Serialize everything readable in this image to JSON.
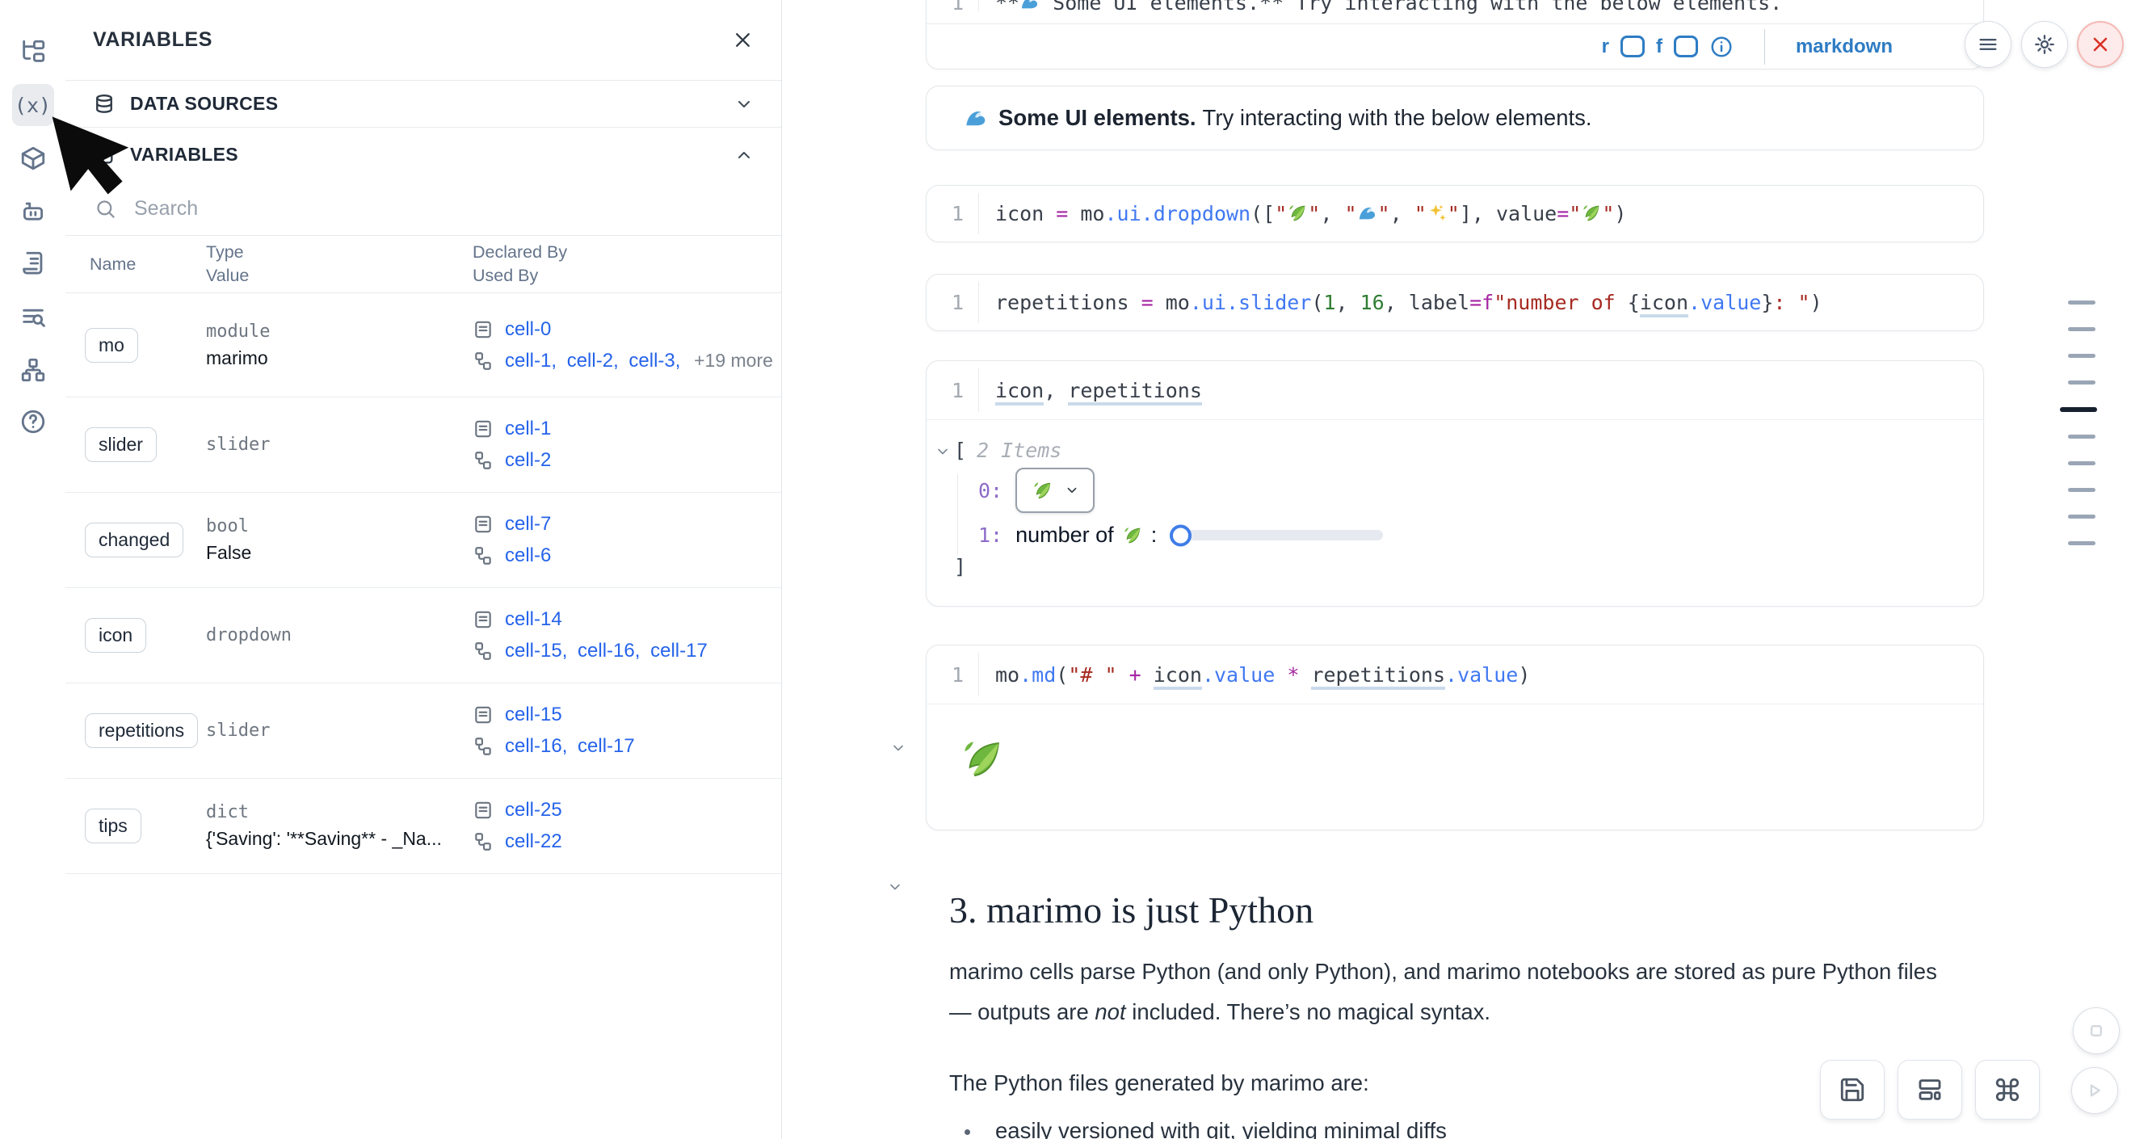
{
  "colors": {
    "link_blue": "#2563eb",
    "toolbar_blue": "#2e7cc4",
    "close_red": "#d93025",
    "close_bg": "#fdeaea",
    "close_border": "#f4b9b5",
    "code_op": "#a626a4",
    "code_fn": "#4078f2",
    "code_str": "#a62a21",
    "code_num": "#2f7d32",
    "leaf_green": "#6aaa3d",
    "wave_blue": "#4a9fd9",
    "sparkle_gold": "#f2c233",
    "minimap_active": "#16202e"
  },
  "sidebar": {
    "icons": [
      "file-explorer",
      "variables",
      "packages",
      "ai-assistant",
      "snippets",
      "logs",
      "dependency-graph",
      "help"
    ]
  },
  "panel": {
    "title": "VARIABLES",
    "sections": [
      {
        "label": "DATA SOURCES",
        "state": "collapsed"
      },
      {
        "label": "VARIABLES",
        "state": "expanded"
      }
    ],
    "search_placeholder": "Search",
    "table": {
      "headers": {
        "name": "Name",
        "type": "Type",
        "value": "Value",
        "declared": "Declared By",
        "used": "Used By"
      },
      "rows": [
        {
          "name": "mo",
          "type": "module",
          "value": "marimo",
          "declared": [
            "cell-0"
          ],
          "used": [
            "cell-1",
            "cell-2",
            "cell-3"
          ],
          "used_more": "+19 more"
        },
        {
          "name": "slider",
          "type": "slider",
          "value": "",
          "declared": [
            "cell-1"
          ],
          "used": [
            "cell-2"
          ]
        },
        {
          "name": "changed",
          "type": "bool",
          "value": "False",
          "declared": [
            "cell-7"
          ],
          "used": [
            "cell-6"
          ]
        },
        {
          "name": "icon",
          "type": "dropdown",
          "value": "",
          "declared": [
            "cell-14"
          ],
          "used": [
            "cell-15",
            "cell-16",
            "cell-17"
          ]
        },
        {
          "name": "repetitions",
          "type": "slider",
          "value": "",
          "declared": [
            "cell-15"
          ],
          "used": [
            "cell-16",
            "cell-17"
          ]
        },
        {
          "name": "tips",
          "type": "dict",
          "value": "{'Saving': '**Saving** - _Na...",
          "declared": [
            "cell-25"
          ],
          "used": [
            "cell-22"
          ]
        }
      ]
    }
  },
  "toolbar": {
    "r": "r",
    "f": "f",
    "language": "markdown"
  },
  "notebook": {
    "partial": {
      "line_no": "1",
      "tokens": [
        {
          "t": "**",
          "c": "plain"
        },
        {
          "t": "🌊",
          "c": "ewave"
        },
        {
          "t": " Some UI elements.** Try interacting with the below elements.",
          "c": "plain"
        }
      ]
    },
    "md_output": {
      "emoji": "🌊",
      "bold": "Some UI elements.",
      "rest": " Try interacting with the below elements."
    },
    "cell_dropdown": {
      "line_no": "1",
      "tokens": [
        {
          "t": "icon ",
          "c": "plain"
        },
        {
          "t": "=",
          "c": "op"
        },
        {
          "t": " mo",
          "c": "plain"
        },
        {
          "t": ".ui.dropdown",
          "c": "fn"
        },
        {
          "t": "([",
          "c": "plain"
        },
        {
          "t": "\"",
          "c": "str"
        },
        {
          "t": "🍃",
          "c": "eleaf"
        },
        {
          "t": "\"",
          "c": "str"
        },
        {
          "t": ", ",
          "c": "plain"
        },
        {
          "t": "\"",
          "c": "str"
        },
        {
          "t": "🌊",
          "c": "ewave"
        },
        {
          "t": "\"",
          "c": "str"
        },
        {
          "t": ", ",
          "c": "plain"
        },
        {
          "t": "\"",
          "c": "str"
        },
        {
          "t": "✨",
          "c": "espark"
        },
        {
          "t": "\"",
          "c": "str"
        },
        {
          "t": "], value",
          "c": "plain"
        },
        {
          "t": "=",
          "c": "op"
        },
        {
          "t": "\"",
          "c": "str"
        },
        {
          "t": "🍃",
          "c": "eleaf"
        },
        {
          "t": "\"",
          "c": "str"
        },
        {
          "t": ")",
          "c": "plain"
        }
      ]
    },
    "cell_slider": {
      "line_no": "1",
      "tokens": [
        {
          "t": "repetitions ",
          "c": "plain"
        },
        {
          "t": "=",
          "c": "op"
        },
        {
          "t": " mo",
          "c": "plain"
        },
        {
          "t": ".ui.slider",
          "c": "fn"
        },
        {
          "t": "(",
          "c": "plain"
        },
        {
          "t": "1",
          "c": "num"
        },
        {
          "t": ", ",
          "c": "plain"
        },
        {
          "t": "16",
          "c": "num"
        },
        {
          "t": ", label",
          "c": "plain"
        },
        {
          "t": "=",
          "c": "op"
        },
        {
          "t": "f",
          "c": "op"
        },
        {
          "t": "\"number of ",
          "c": "str"
        },
        {
          "t": "{",
          "c": "plain"
        },
        {
          "t": "icon",
          "c": "var"
        },
        {
          "t": ".value",
          "c": "fn"
        },
        {
          "t": "}",
          "c": "plain"
        },
        {
          "t": ": \"",
          "c": "str"
        },
        {
          "t": ")",
          "c": "plain"
        }
      ]
    },
    "cell_expr": {
      "line_no": "1",
      "tokens": [
        {
          "t": "icon",
          "c": "var"
        },
        {
          "t": ", ",
          "c": "plain"
        },
        {
          "t": "repetitions",
          "c": "var"
        }
      ]
    },
    "cell_md": {
      "line_no": "1",
      "tokens": [
        {
          "t": "mo",
          "c": "plain"
        },
        {
          "t": ".md",
          "c": "fn"
        },
        {
          "t": "(",
          "c": "plain"
        },
        {
          "t": "\"# \"",
          "c": "str"
        },
        {
          "t": " ",
          "c": "plain"
        },
        {
          "t": "+",
          "c": "op"
        },
        {
          "t": " ",
          "c": "plain"
        },
        {
          "t": "icon",
          "c": "var"
        },
        {
          "t": ".value",
          "c": "fn"
        },
        {
          "t": " ",
          "c": "plain"
        },
        {
          "t": "*",
          "c": "op"
        },
        {
          "t": " ",
          "c": "plain"
        },
        {
          "t": "repetitions",
          "c": "var"
        },
        {
          "t": ".value",
          "c": "fn"
        },
        {
          "t": ")",
          "c": "plain"
        }
      ]
    },
    "tree_output": {
      "bracket_open": "[",
      "count_label": "2 Items",
      "index0": "0:",
      "index1": "1:",
      "dropdown_value": "🍃",
      "slider_label_prefix": "number of",
      "slider_label_emoji": "🍃",
      "slider_label_suffix": ":",
      "bracket_close": "]"
    },
    "leaf_output": "🍃",
    "heading": "3. marimo is just Python",
    "para1_line1": "marimo cells parse Python (and only Python), and marimo notebooks are stored as pure Python files",
    "para1_line2_pre": "— outputs are ",
    "para1_line2_italic": "not",
    "para1_line2_post": " included. There’s no magical syntax.",
    "para2": "The Python files generated by marimo are:",
    "bullet1": "easily versioned with git, yielding minimal diffs"
  },
  "minimap": {
    "lines": 10,
    "active_index": 4
  }
}
